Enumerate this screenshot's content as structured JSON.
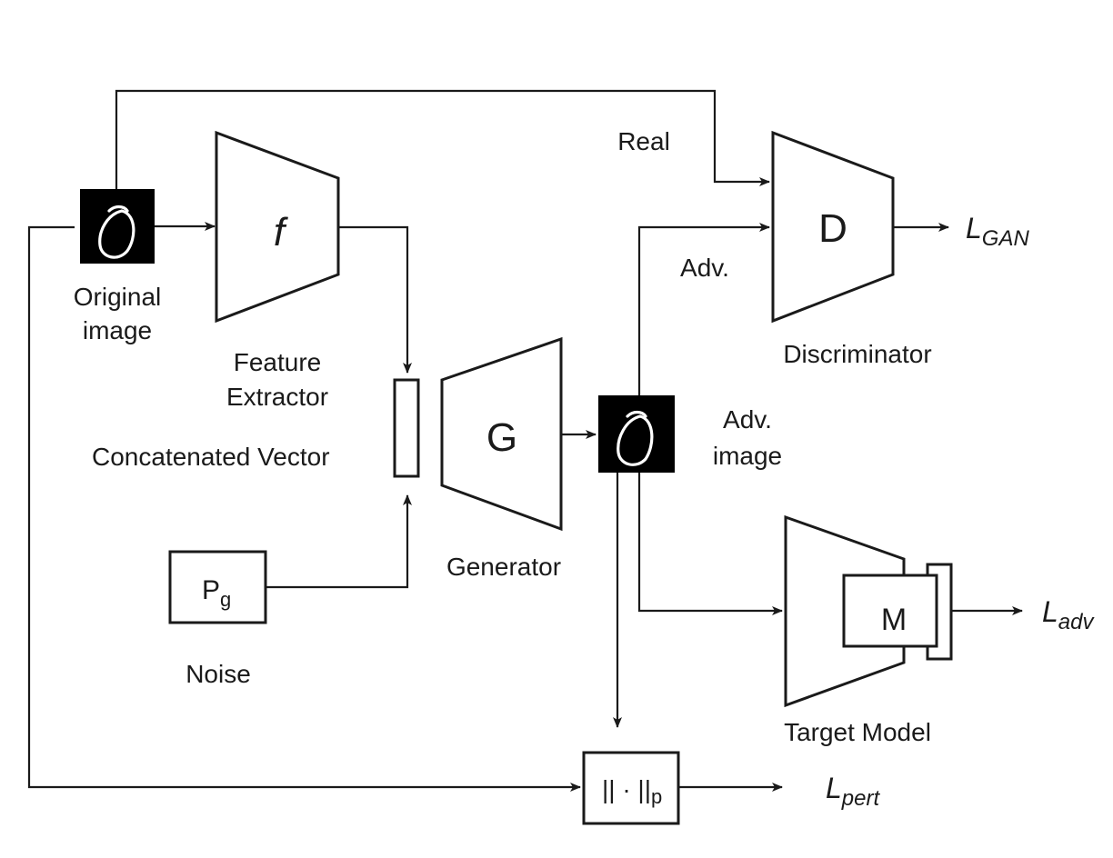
{
  "labels": {
    "original_image": [
      "Original",
      "image"
    ],
    "feature_extractor": [
      "Feature",
      "Extractor"
    ],
    "feature_symbol": "f",
    "concat_vector": "Concatenated Vector",
    "noise": "Noise",
    "noise_box_main": "P",
    "noise_box_sub": "g",
    "generator": "Generator",
    "generator_symbol": "G",
    "adv_image": [
      "Adv.",
      "image"
    ],
    "real": "Real",
    "adv": "Adv.",
    "discriminator": "Discriminator",
    "discriminator_symbol": "D",
    "target_model": "Target Model",
    "target_symbol": "M",
    "norm_box_main": "|| · ||",
    "norm_box_sub": "p",
    "loss_gan_main": "L",
    "loss_gan_sub": "GAN",
    "loss_adv_main": "L",
    "loss_adv_sub": "adv",
    "loss_pert_main": "L",
    "loss_pert_sub": "pert"
  },
  "colors": {
    "stroke": "#1a1a1a",
    "image_bg": "#000000",
    "digit": "#ffffff"
  }
}
